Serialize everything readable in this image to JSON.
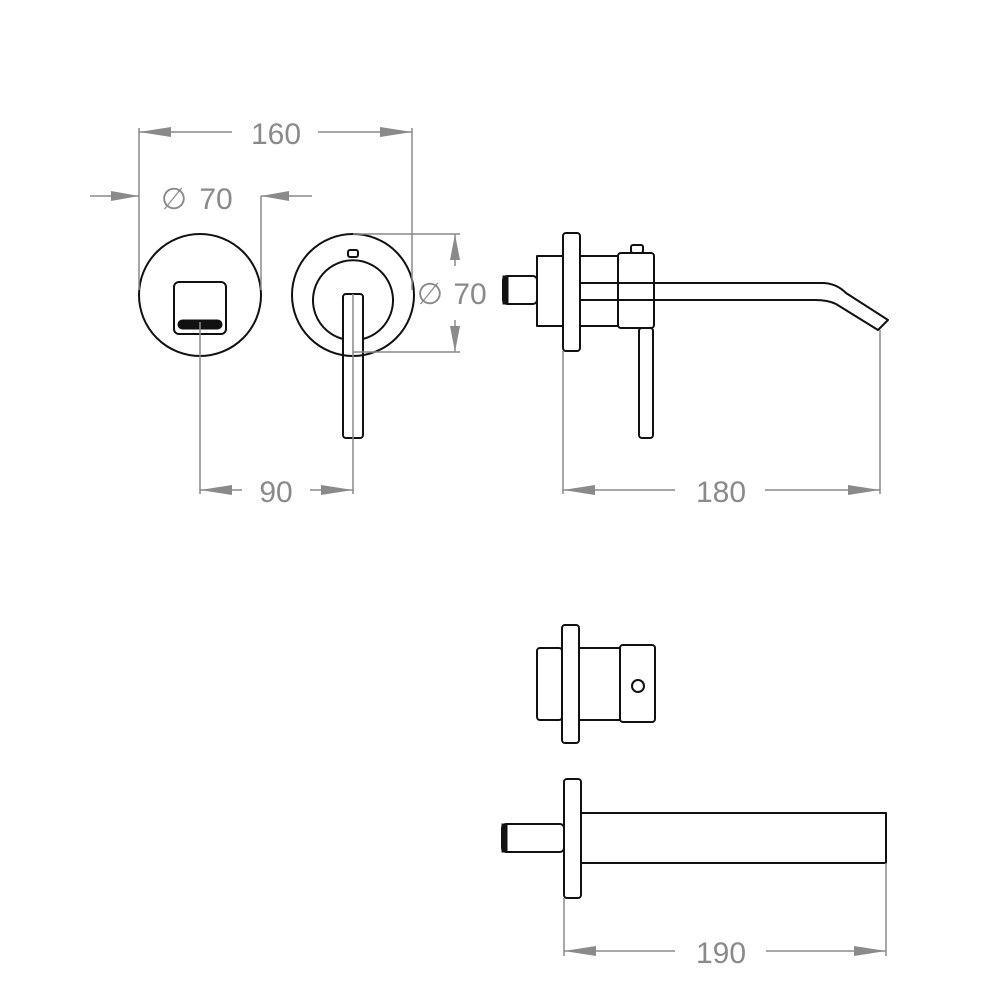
{
  "dimensions": {
    "top_width": "160",
    "left_diameter": "70",
    "right_diameter": "70",
    "center_spacing": "90",
    "side_depth": "180",
    "spout_length": "190"
  },
  "diameter_symbol": "∅",
  "colors": {
    "line": "#111111",
    "dimension": "#8a8a8a",
    "background": "#ffffff"
  }
}
